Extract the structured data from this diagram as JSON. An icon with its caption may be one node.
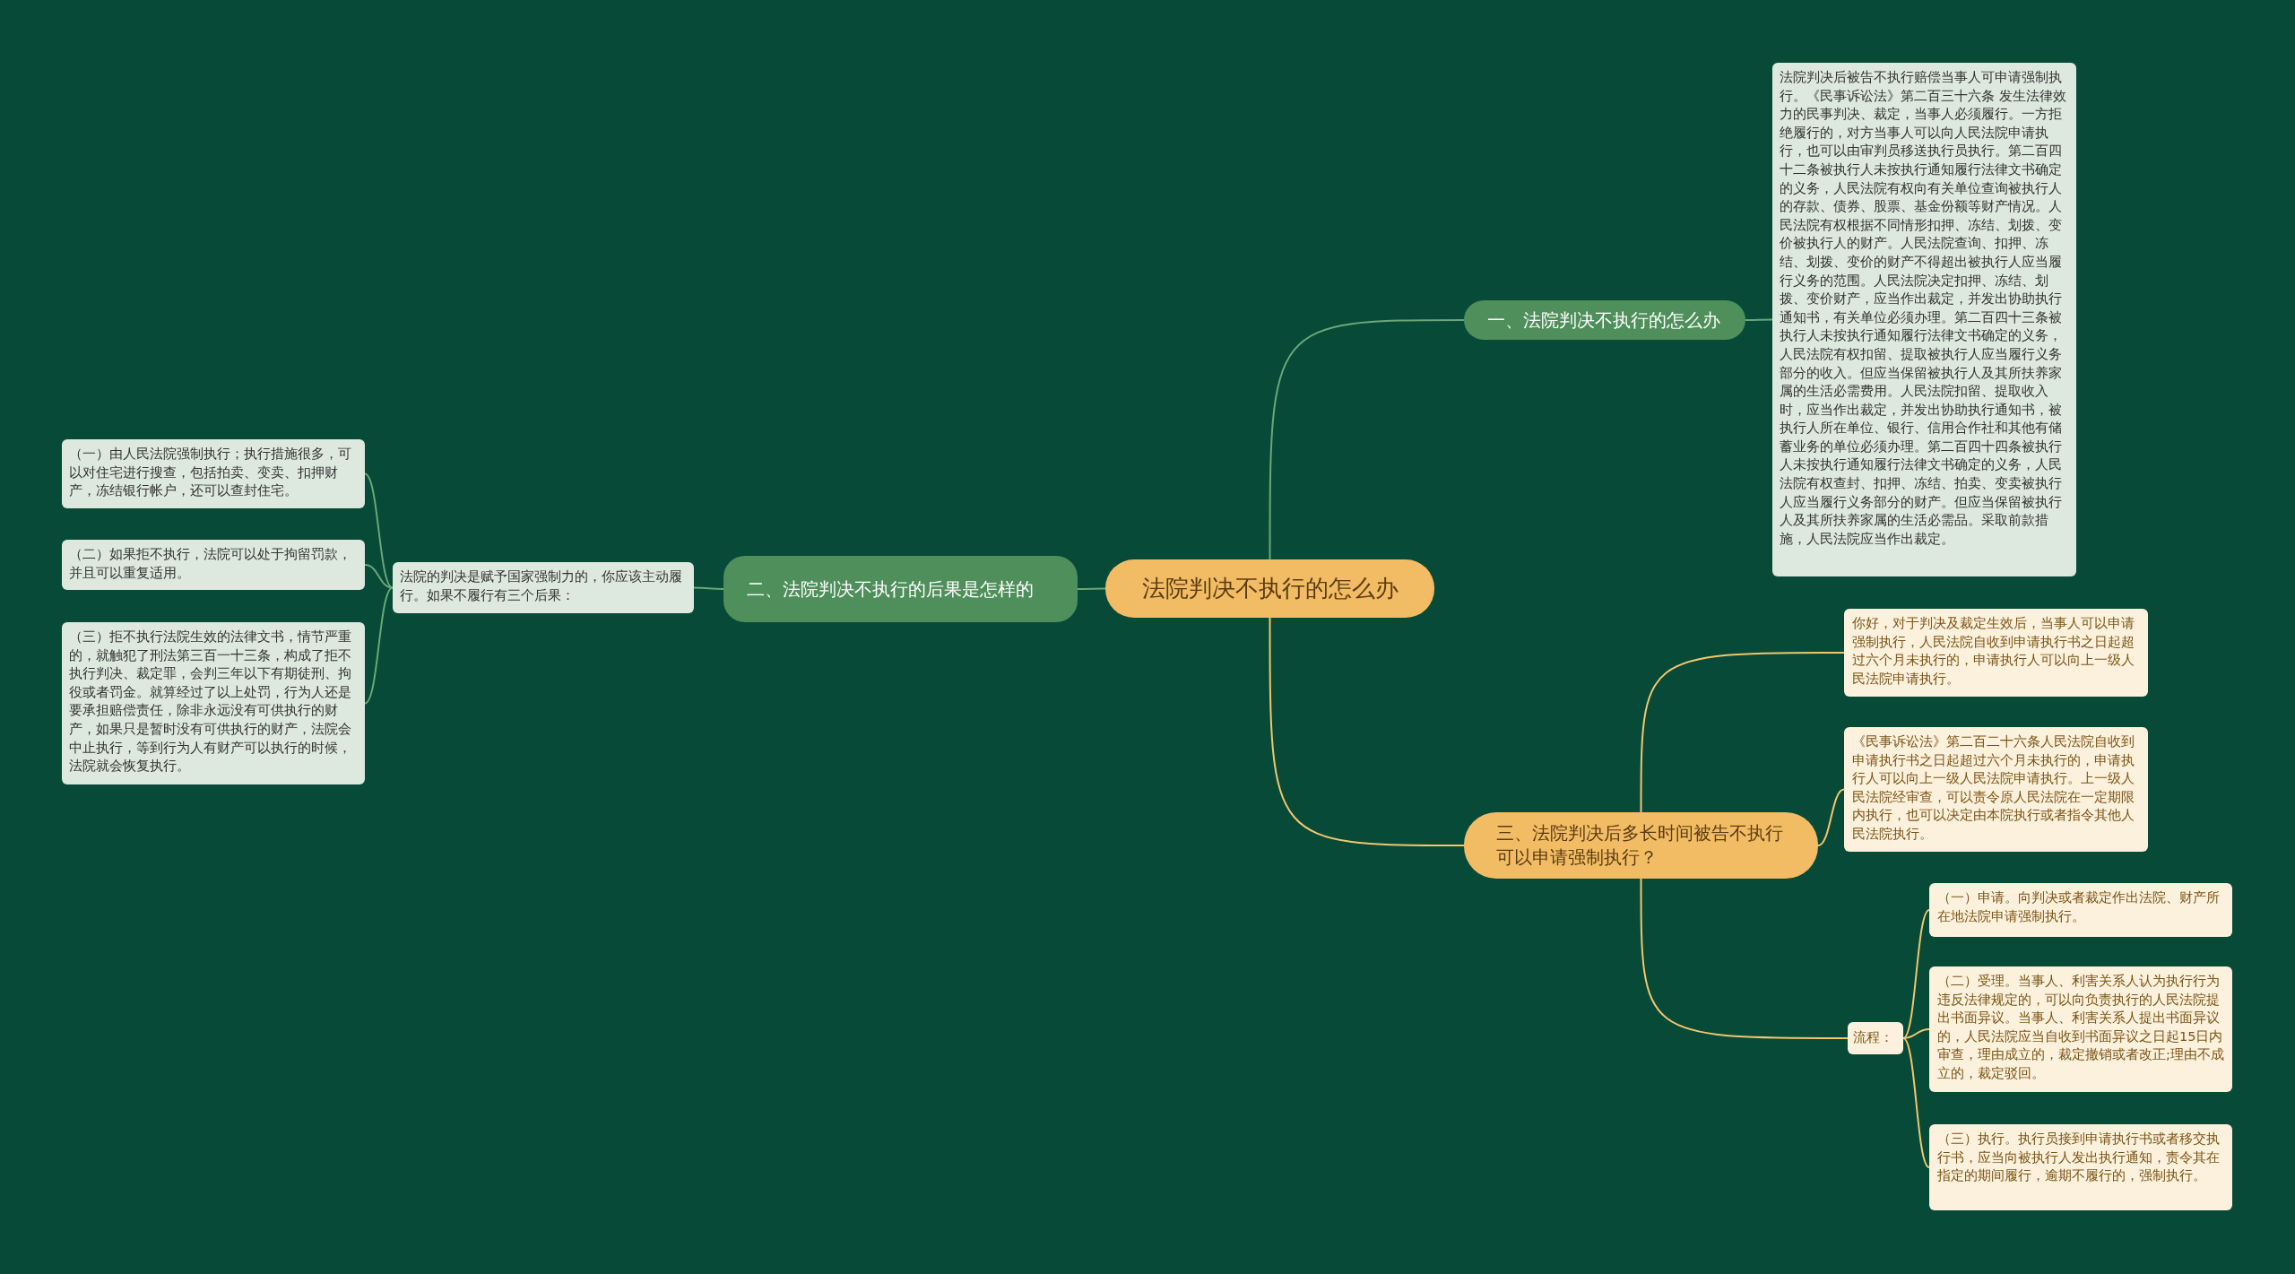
{
  "diagram": {
    "nodes": [
      {
        "text": [
          "法院判决不执行的怎么办"
        ]
      },
      {
        "text": [
          "一、法院判决不执行的怎么办"
        ]
      },
      {
        "text": [
          "法院判决后被告不执行赔偿当事人可申请强制执行。《民事诉讼法》第二百三十六条 发生法律效力的民事判决、裁定，当事人必须履行。一方拒绝履行的，对方当事人可以向人民法院申请执行，也可以由审判员移送执行员执行。第二百四十二条被执行人未按执行通知履行法律文书确定的义务，人民法院有权向有关单位查询被执行人的存款、债券、股票、基金份额等财产情况。人民法院有权根据不同情形扣押、冻结、划拨、变价被执行人的财产。人民法院查询、扣押、冻结、划拨、变价的财产不得超出被执行人应当履行义务的范围。人民法院决定扣押、冻结、划拨、变价财产，应当作出裁定，并发出协助执行通知书，有关单位必须办理。第二百四十三条被执行人未按执行通知履行法律文书确定的义务，人民法院有权扣留、提取被执行人应当履行义务部分的收入。但应当保留被执行人及其所扶养家属的生活必需费用。人民法院扣留、提取收入时，应当作出裁定，并发出协助执行通知书，被执行人所在单位、银行、信用合作社和其他有储蓄业务的单位必须办理。第二百四十四条被执行人未按执行通知履行法律文书确定的义务，人民法院有权查封、扣押、冻结、拍卖、变卖被执行人应当履行义务部分的财产。但应当保留被执行人及其所扶养家属的生活必需品。采取前款措施，人民法院应当作出裁定。"
        ]
      },
      {
        "text": [
          "二、法院判决不执行的后果是怎样的"
        ]
      },
      {
        "text": [
          "法院的判决是赋予国家强制力的，你应该主动履行。如果不履行有三个后果："
        ]
      },
      {
        "text": [
          "（一）由人民法院强制执行；执行措施很多，可以对住宅进行搜查，包括拍卖、变卖、扣押财产，冻结银行帐户，还可以查封住宅。"
        ]
      },
      {
        "text": [
          "（二）如果拒不执行，法院可以处于拘留罚款，并且可以重复适用。"
        ]
      },
      {
        "text": [
          "（三）拒不执行法院生效的法律文书，情节严重的，就触犯了刑法第三百一十三条，构成了拒不执行判决、裁定罪，会判三年以下有期徒刑、拘役或者罚金。就算经过了以上处罚，行为人还是要承担赔偿责任，除非永远没有可供执行的财产，如果只是暂时没有可供执行的财产，法院会中止执行，等到行为人有财产可以执行的时候，法院就会恢复执行。"
        ]
      },
      {
        "text": [
          "三、法院判决后多长时间被告不执行可以申请强制执行？"
        ]
      },
      {
        "text": [
          "你好，对于判决及裁定生效后，当事人可以申请强制执行，人民法院自收到申请执行书之日起超过六个月未执行的，申请执行人可以向上一级人民法院申请执行。"
        ]
      },
      {
        "text": [
          "《民事诉讼法》第二百二十六条人民法院自收到申请执行书之日起超过六个月未执行的，申请执行人可以向上一级人民法院申请执行。上一级人民法院经审查，可以责令原人民法院在一定期限内执行，也可以决定由本院执行或者指令其他人民法院执行。"
        ]
      },
      {
        "text": [
          "流程："
        ]
      },
      {
        "text": [
          "（一）申请。向判决或者裁定作出法院、财产所在地法院申请强制执行。"
        ]
      },
      {
        "text": [
          "（二）受理。当事人、利害关系人认为执行行为违反法律规定的，可以向负责执行的人民法院提出书面异议。当事人、利害关系人提出书面异议的，人民法院应当自收到书面异议之日起15日内审查，理由成立的，裁定撤销或者改正;理由不成立的，裁定驳回。"
        ]
      },
      {
        "text": [
          "（三）执行。执行员接到申请执行书或者移交执行书，应当向被执行人发出执行通知，责令其在指定的期间履行，逾期不履行的，强制执行。"
        ]
      }
    ],
    "edges": [
      {
        "from": 0,
        "to": 1,
        "arrow": "none"
      },
      {
        "from": 1,
        "to": 2,
        "arrow": "none"
      },
      {
        "from": 0,
        "to": 3,
        "arrow": "none"
      },
      {
        "from": 3,
        "to": 4,
        "arrow": "none"
      },
      {
        "from": 4,
        "to": 5,
        "arrow": "none"
      },
      {
        "from": 4,
        "to": 6,
        "arrow": "none"
      },
      {
        "from": 4,
        "to": 7,
        "arrow": "none"
      },
      {
        "from": 0,
        "to": 8,
        "arrow": "none",
        "color": "#f2c66d"
      },
      {
        "from": 8,
        "to": 9,
        "arrow": "none",
        "color": "#f2c66d"
      },
      {
        "from": 8,
        "to": 10,
        "arrow": "none",
        "color": "#f2c66d"
      },
      {
        "from": 8,
        "to": 11,
        "arrow": "none",
        "color": "#f2c66d"
      },
      {
        "from": 11,
        "to": 12,
        "arrow": "none",
        "color": "#f2c66d"
      },
      {
        "from": 11,
        "to": 13,
        "arrow": "none",
        "color": "#f2c66d"
      },
      {
        "from": 11,
        "to": 14,
        "arrow": "none",
        "color": "#f2c66d"
      }
    ]
  }
}
